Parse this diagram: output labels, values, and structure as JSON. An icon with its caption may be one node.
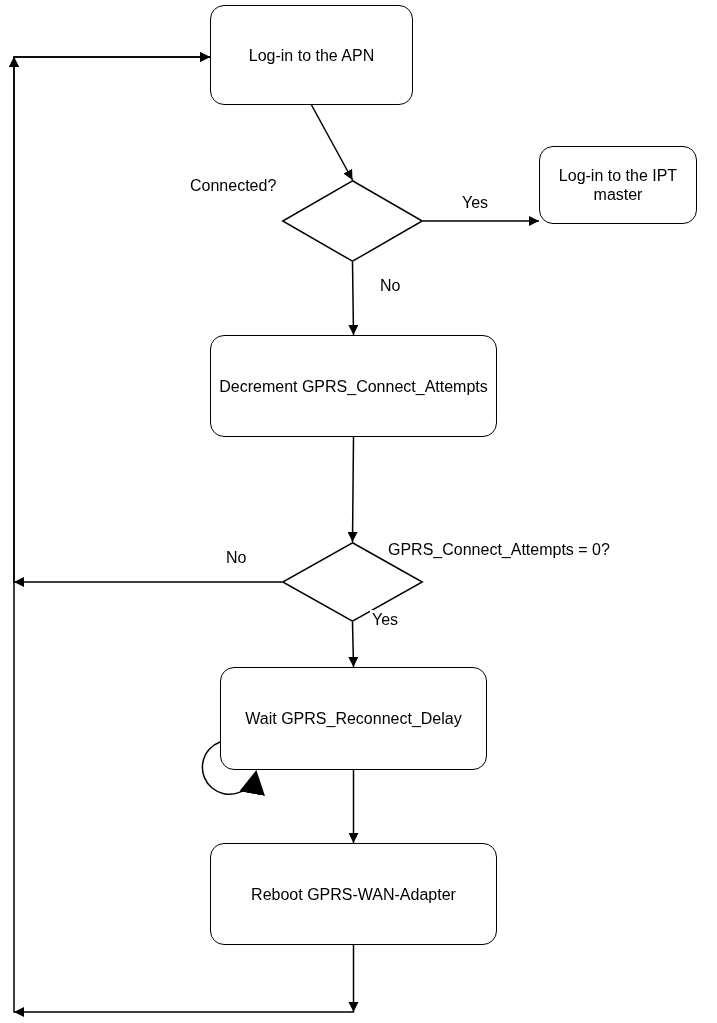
{
  "diagram": {
    "nodes": [
      {
        "text": [
          "Log-in to the APN"
        ]
      },
      {
        "text": [
          "Connected?"
        ]
      },
      {
        "text": [
          "Log-in to the IPT master"
        ]
      },
      {
        "text": [
          "Decrement GPRS_Connect_Attempts"
        ]
      },
      {
        "text": [
          "GPRS_Connect_Attempts = 0?"
        ]
      },
      {
        "text": [
          "Wait GPRS_Reconnect_Delay"
        ]
      },
      {
        "text": [
          "Reboot GPRS-WAN-Adapter"
        ]
      }
    ],
    "edges": [
      {
        "from": 0,
        "to": 1,
        "arrow": "to"
      },
      {
        "from": 1,
        "to": 2,
        "arrow": "to",
        "label": "Yes"
      },
      {
        "from": 1,
        "to": 3,
        "arrow": "to",
        "label": "No"
      },
      {
        "from": 3,
        "to": 4,
        "arrow": "to"
      },
      {
        "from": 4,
        "to": 0,
        "arrow": "to",
        "label": "No"
      },
      {
        "from": 4,
        "to": 5,
        "arrow": "to",
        "label": "Yes"
      },
      {
        "from": 5,
        "to": 5,
        "arrow": "to"
      },
      {
        "from": 5,
        "to": 6,
        "arrow": "to"
      },
      {
        "from": 6,
        "to": 0,
        "arrow": "to"
      }
    ]
  }
}
